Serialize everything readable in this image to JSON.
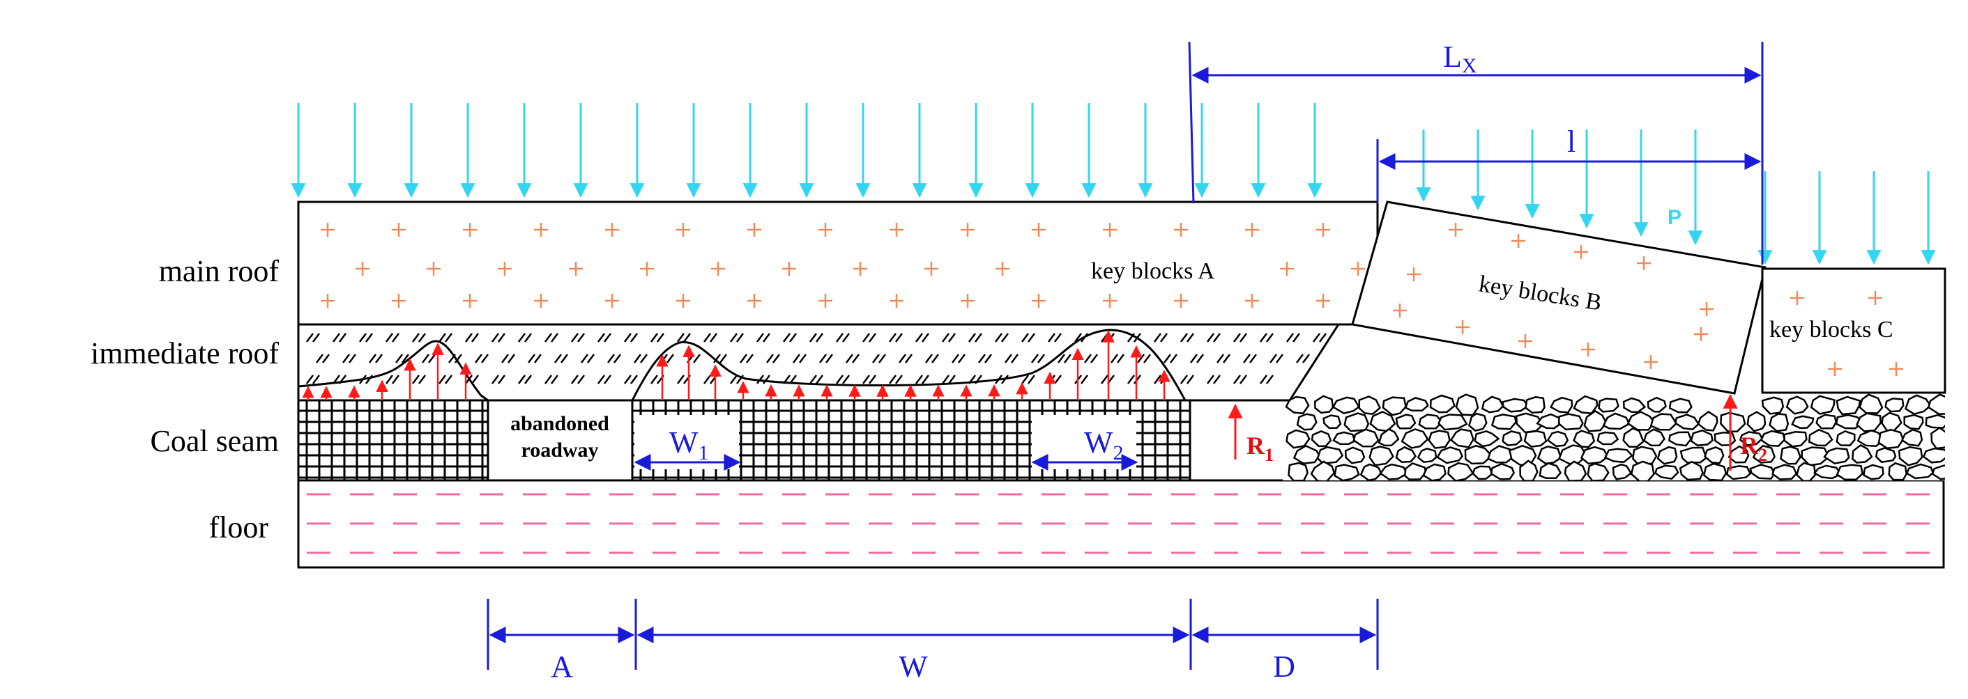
{
  "layers": {
    "main_roof": "main roof",
    "immediate_roof": "immediate roof",
    "coal_seam": "Coal seam",
    "floor": "floor"
  },
  "blocks": {
    "a": "key blocks A",
    "b": "key blocks B",
    "c": "key blocks C"
  },
  "roadway": {
    "line1": "abandoned",
    "line2": "roadway"
  },
  "dims": {
    "lx_main": "L",
    "lx_sub": "X",
    "l": "l",
    "p": "P",
    "r1_main": "R",
    "r1_sub": "1",
    "r2_main": "R",
    "r2_sub": "2",
    "w1_main": "W",
    "w1_sub": "1",
    "w2_main": "W",
    "w2_sub": "2",
    "a": "A",
    "w": "W",
    "d": "D"
  },
  "colors": {
    "load_arrow": "#33d6f0",
    "support_arrow": "#ff1a1a",
    "dimension": "#1a1adb",
    "outline": "#000000",
    "plus_mark": "#f08a5a",
    "floor_dash": "#f06aa0",
    "reaction_label": "#e01010"
  }
}
